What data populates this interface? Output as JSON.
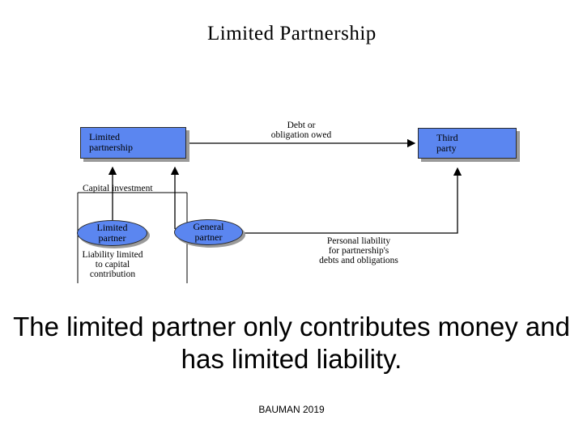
{
  "diagram": {
    "title": "Limited Partnership",
    "nodes": {
      "limited_partnership": "Limited\npartnership",
      "third_party": "Third\nparty",
      "limited_partner": "Limited\npartner",
      "general_partner": "General\npartner"
    },
    "labels": {
      "debt": "Debt or\nobligation owed",
      "capital_investment": "Capital investment",
      "liability_limited": "Liability limited\nto capital\ncontribution",
      "personal_liability": "Personal liability\nfor partnership's\ndebts and obligations"
    },
    "colors": {
      "node_fill": "#5b86f0"
    }
  },
  "caption": "The limited partner only contributes money and has limited liability.",
  "footer": "BAUMAN 2019"
}
